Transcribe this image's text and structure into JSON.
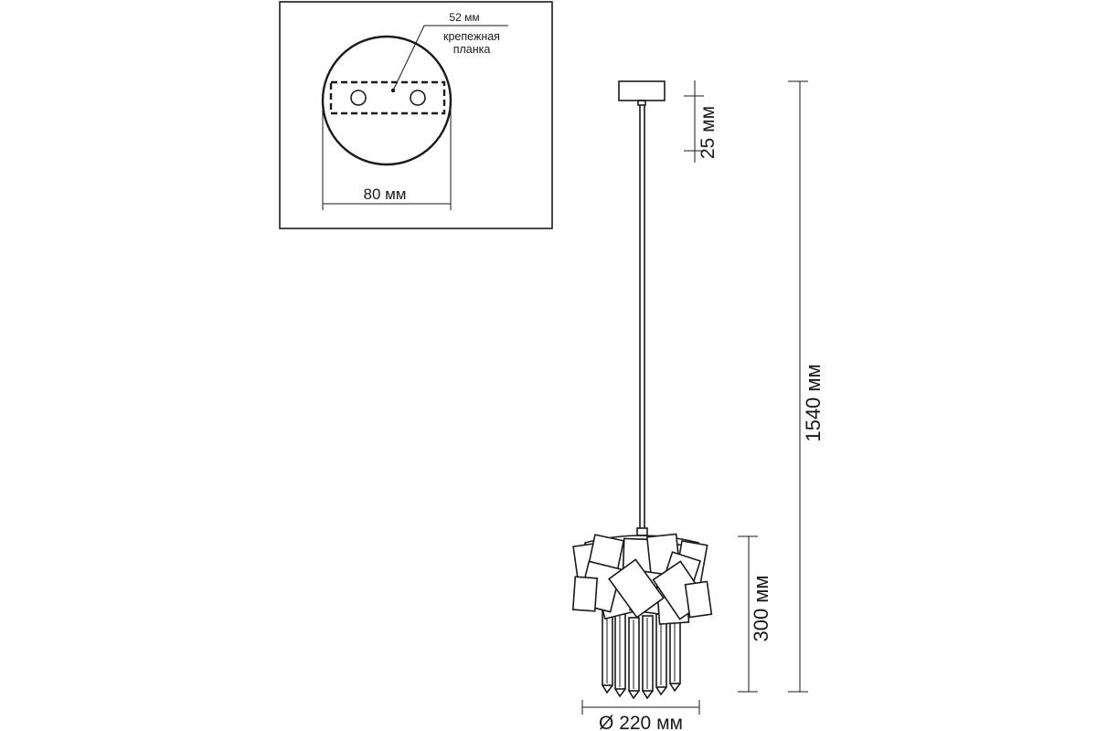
{
  "inset": {
    "mount_width_label": "52 мм",
    "mount_note_line1": "крепежная",
    "mount_note_line2": "планка",
    "canopy_diameter_label": "80 мм"
  },
  "lamp": {
    "canopy_height_label": "25 мм",
    "total_height_label": "1540 мм",
    "shade_height_label": "300 мм",
    "shade_diameter_label": "Ø 220 мм"
  },
  "colors": {
    "line": "#1a1a1a",
    "background": "#ffffff"
  }
}
